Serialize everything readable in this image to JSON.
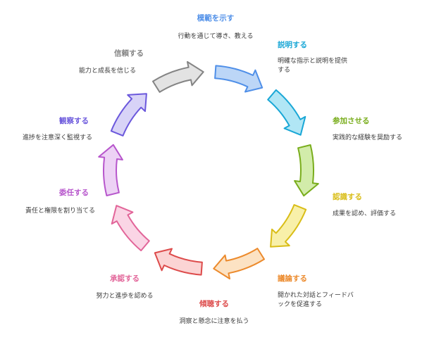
{
  "steps": [
    {
      "title": "模範を示す",
      "desc": "行動を通じて導き、教える",
      "color": "#4f8fe8",
      "fill": "#bcd6f7"
    },
    {
      "title": "説明する",
      "desc": "明確な指示と説明を提供する",
      "color": "#19a7d6",
      "fill": "#b1e6f5"
    },
    {
      "title": "参加させる",
      "desc": "実践的な経験を奨励する",
      "color": "#79ad1c",
      "fill": "#d2ecaa"
    },
    {
      "title": "認識する",
      "desc": "成果を認め、評価する",
      "color": "#d9bd17",
      "fill": "#f8f0a9"
    },
    {
      "title": "議論する",
      "desc": "開かれた対話とフィードバックを促進する",
      "color": "#ec8a2c",
      "fill": "#fce2c3"
    },
    {
      "title": "傾聴する",
      "desc": "洞察と懸念に注意を払う",
      "color": "#dd4b4b",
      "fill": "#fbd4d4"
    },
    {
      "title": "承認する",
      "desc": "努力と進歩を認める",
      "color": "#e26599",
      "fill": "#fad5e5"
    },
    {
      "title": "委任する",
      "desc": "責任と権限を割り当てる",
      "color": "#b756cc",
      "fill": "#edd2f5"
    },
    {
      "title": "観察する",
      "desc": "進捗を注意深く監視する",
      "color": "#6b58dc",
      "fill": "#d8d3f7"
    },
    {
      "title": "信頼する",
      "desc": "能力と成長を信じる",
      "color": "#848484",
      "fill": "#e3e3e3"
    }
  ]
}
